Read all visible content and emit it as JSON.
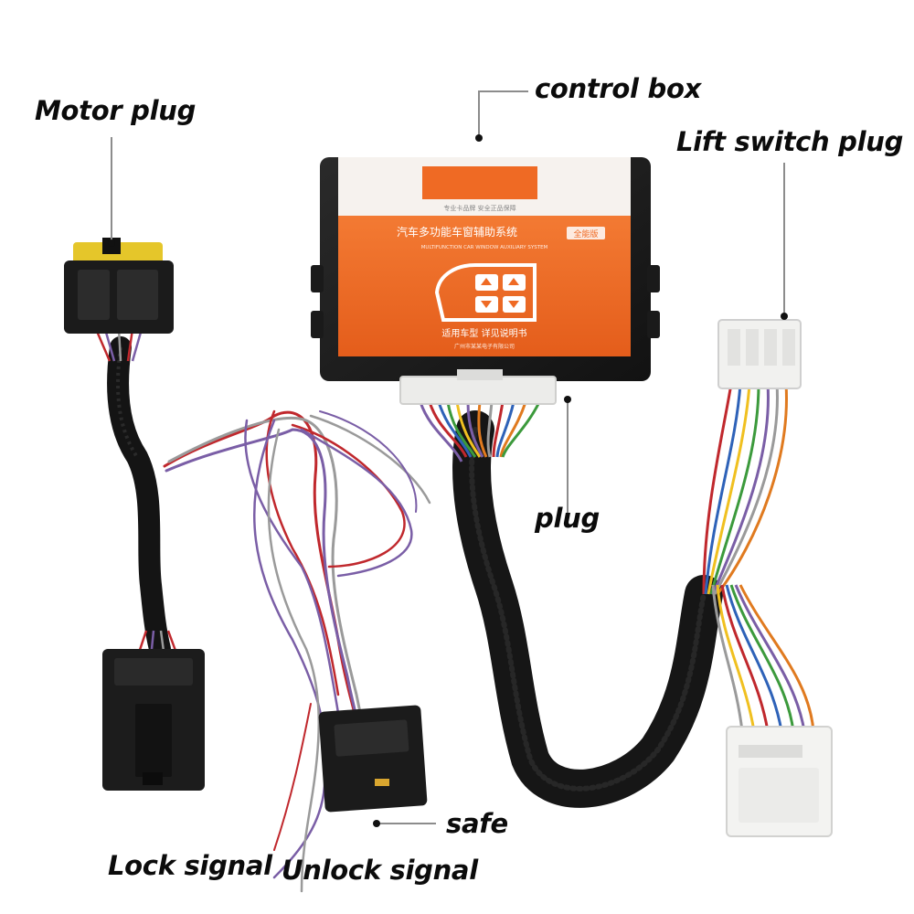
{
  "labels": {
    "motor_plug": "Motor plug",
    "control_box": "control box",
    "lift_switch_plug": "Lift switch plug",
    "plug": "plug",
    "safe": "safe",
    "lock_signal": "Lock signal",
    "unlock_signal": "Unlock signal"
  },
  "box": {
    "title_cn": "汽车多功能车窗辅助系统",
    "tag_cn": "全能版",
    "subtitle_en": "MULTIFUNCTION CAR WINDOW AUXILIARY SYSTEM",
    "top_small_cn": "专业卡品牌  安全正品保障",
    "bottom_cn": "适用车型  详见说明书",
    "maker_cn": "广州市某某电子有限公司"
  },
  "colors": {
    "box_orange": "#ef6a24",
    "box_casing": "#1f1f1f",
    "sleeve": "#161616",
    "connector_white": "#f1f1ef"
  },
  "icons": {
    "window": "car-window-icon",
    "dot": "callout-dot-icon"
  }
}
